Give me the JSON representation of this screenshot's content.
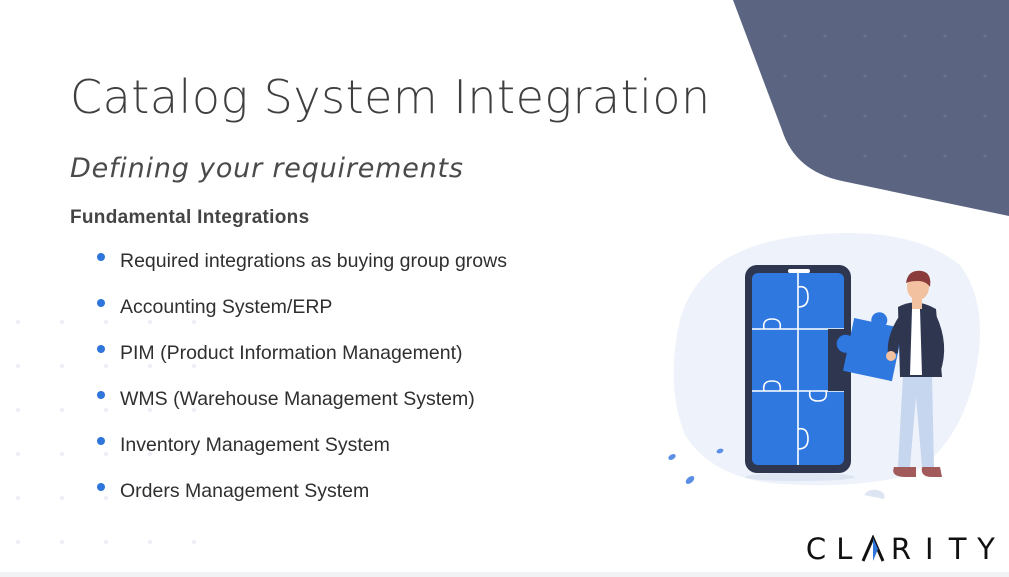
{
  "slide": {
    "title": "Catalog System Integration",
    "subtitle": "Defining your requirements",
    "section_heading": "Fundamental Integrations",
    "bullets": [
      "Required integrations as buying group grows",
      "Accounting System/ERP",
      "PIM (Product Information Management)",
      "WMS (Warehouse Management System)",
      "Inventory Management System",
      "Orders Management System"
    ]
  },
  "logo": {
    "text": "CLARITY",
    "letters_before": [
      "C",
      "L"
    ],
    "letters_after": [
      "R",
      "I",
      "T",
      "Y"
    ]
  },
  "illustration": {
    "icon": "phone-puzzle-person-illustration"
  },
  "colors": {
    "accent_blue": "#2f76dc",
    "corner_shape": "#5b6582",
    "title_text": "#3f3f3f",
    "illustration_bg": "#eef2fa"
  }
}
